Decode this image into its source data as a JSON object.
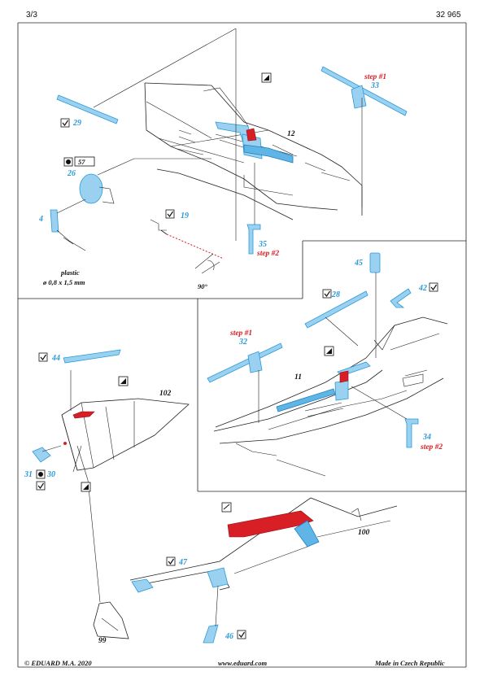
{
  "header": {
    "page_number": "3/3",
    "kit_number": "32 965"
  },
  "footer": {
    "brand": "© EDUARD  M.A. 2020",
    "url": "www.eduard.com",
    "origin": "Made in Czech Republic"
  },
  "labels": {
    "p29": "29",
    "p12": "12",
    "p33": "33",
    "step1_top": "step #1",
    "p57": "57",
    "p26": "26",
    "p4": "4",
    "p19": "19",
    "p35": "35",
    "step2_top": "step #2",
    "plastic": "plastic",
    "plastic_dim": "ø 0,8 x 1,5 mm",
    "angle": "90°",
    "p45": "45",
    "p42": "42",
    "p28": "28",
    "step1_mid": "step #1",
    "p32": "32",
    "p11": "11",
    "p34": "34",
    "step2_mid": "step #2",
    "p44": "44",
    "p102": "102",
    "p31": "31",
    "p30": "30",
    "p100": "100",
    "p47": "47",
    "p46": "46",
    "p99": "99"
  },
  "colors": {
    "photo_etch": "#2c9ad6",
    "paint_red": "#d81f26",
    "ink": "#111111"
  },
  "icons": [
    "glue-icon",
    "bend-icon",
    "check-icon",
    "fold-icon",
    "remove-icon"
  ]
}
